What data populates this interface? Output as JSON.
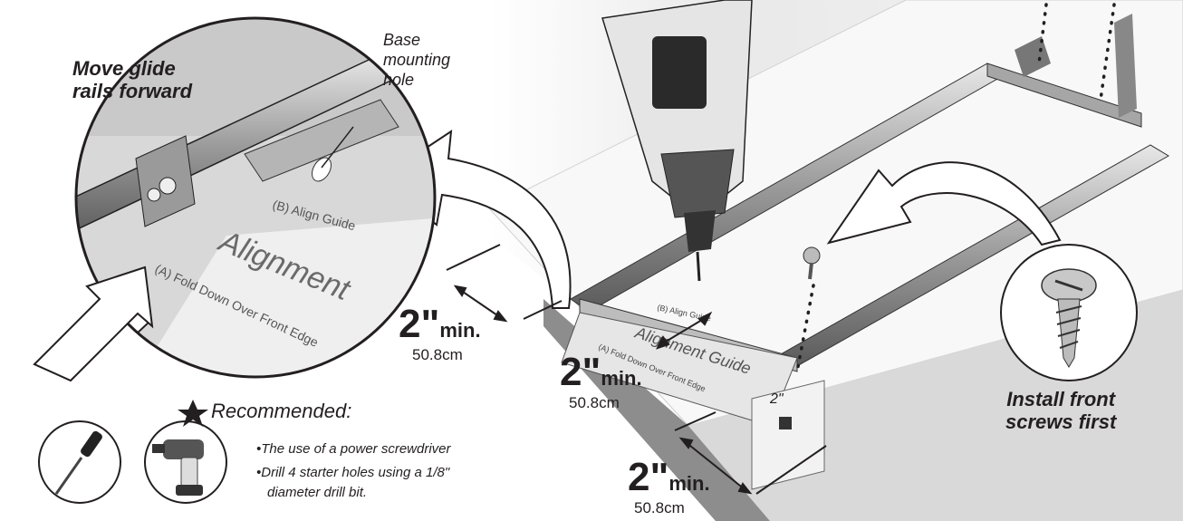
{
  "labels": {
    "move_glide": [
      "Move glide",
      "rails forward"
    ],
    "base_hole": [
      "Base",
      "mounting",
      "hole"
    ],
    "install_front": [
      "Install front",
      "screws first"
    ],
    "guide_b": "(B) Align Guide",
    "guide_title": "Alignment",
    "guide_a": "(A) Fold Down Over Front Edge",
    "guide_title_small": "Alignment Guide",
    "ruler_2": "2\""
  },
  "measurements": [
    {
      "value": "2\"",
      "unit": "min.",
      "metric": "50.8cm"
    },
    {
      "value": "2\"",
      "unit": "min.",
      "metric": "50.8cm"
    },
    {
      "value": "2\"",
      "unit": "min.",
      "metric": "50.8cm"
    }
  ],
  "recommended": {
    "title": "Recommended:",
    "notes": [
      "•The use of a power screwdriver",
      "•Drill 4 starter holes using a 1/8\"",
      "diameter drill bit."
    ]
  },
  "icons": [
    "star-icon",
    "screwdriver-icon",
    "power-drill-icon",
    "screw-icon",
    "drill-icon",
    "curved-arrow-icon"
  ],
  "colors": {
    "text": "#231f20",
    "metal": "#b8b8b8",
    "surface": "#e4e4e4",
    "arrow_fill": "#ffffff"
  }
}
